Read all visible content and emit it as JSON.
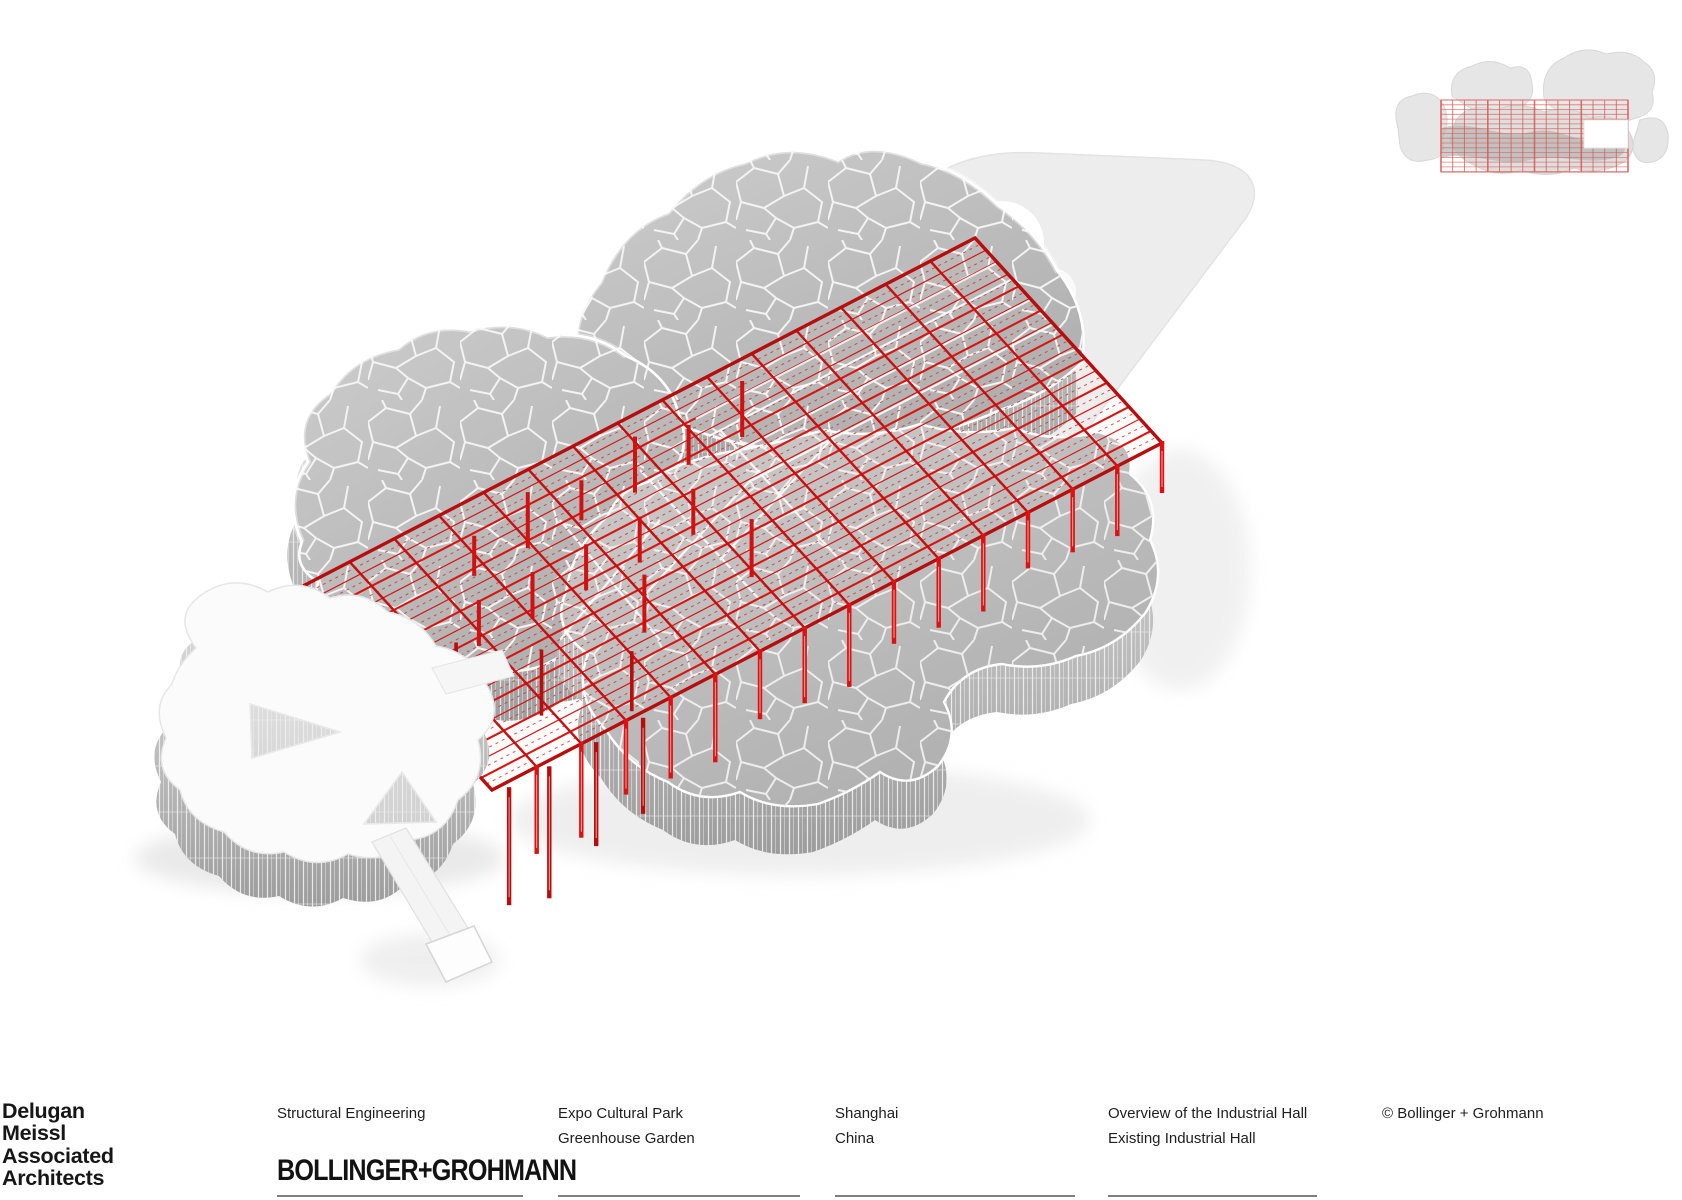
{
  "colors": {
    "accent_red": "#dd1111",
    "accent_red_dark": "#b80d0d",
    "cloud_gray": "#c0c0c0",
    "cloud_side_gray": "#a8a8a8",
    "ground_plane_gray": "#ededed",
    "underline_gray": "#7e7e7e",
    "text_black": "#1e1e1e"
  },
  "logo": {
    "lines": [
      "Delugan",
      "Meissl",
      "Associated",
      "Architects"
    ]
  },
  "footer": {
    "columns": [
      {
        "lines": [
          "Structural Engineering",
          ""
        ],
        "brand": "BOLLINGER+GROHMANN"
      },
      {
        "lines": [
          "Expo Cultural Park",
          "Greenhouse Garden"
        ]
      },
      {
        "lines": [
          "Shanghai",
          "China"
        ]
      },
      {
        "lines": [
          "Overview of the Industrial Hall",
          "Existing Industrial Hall"
        ]
      },
      {
        "lines": [
          "© Bollinger + Grohmann",
          ""
        ]
      }
    ]
  },
  "illustration": {
    "alt": "Axonometric rendering: red steel truss grid of the existing industrial hall laid over the gray voronoi cloud volumes of the Greenhouse Garden",
    "minimap_alt": "Site plan thumbnail with red structural grid overlay"
  }
}
